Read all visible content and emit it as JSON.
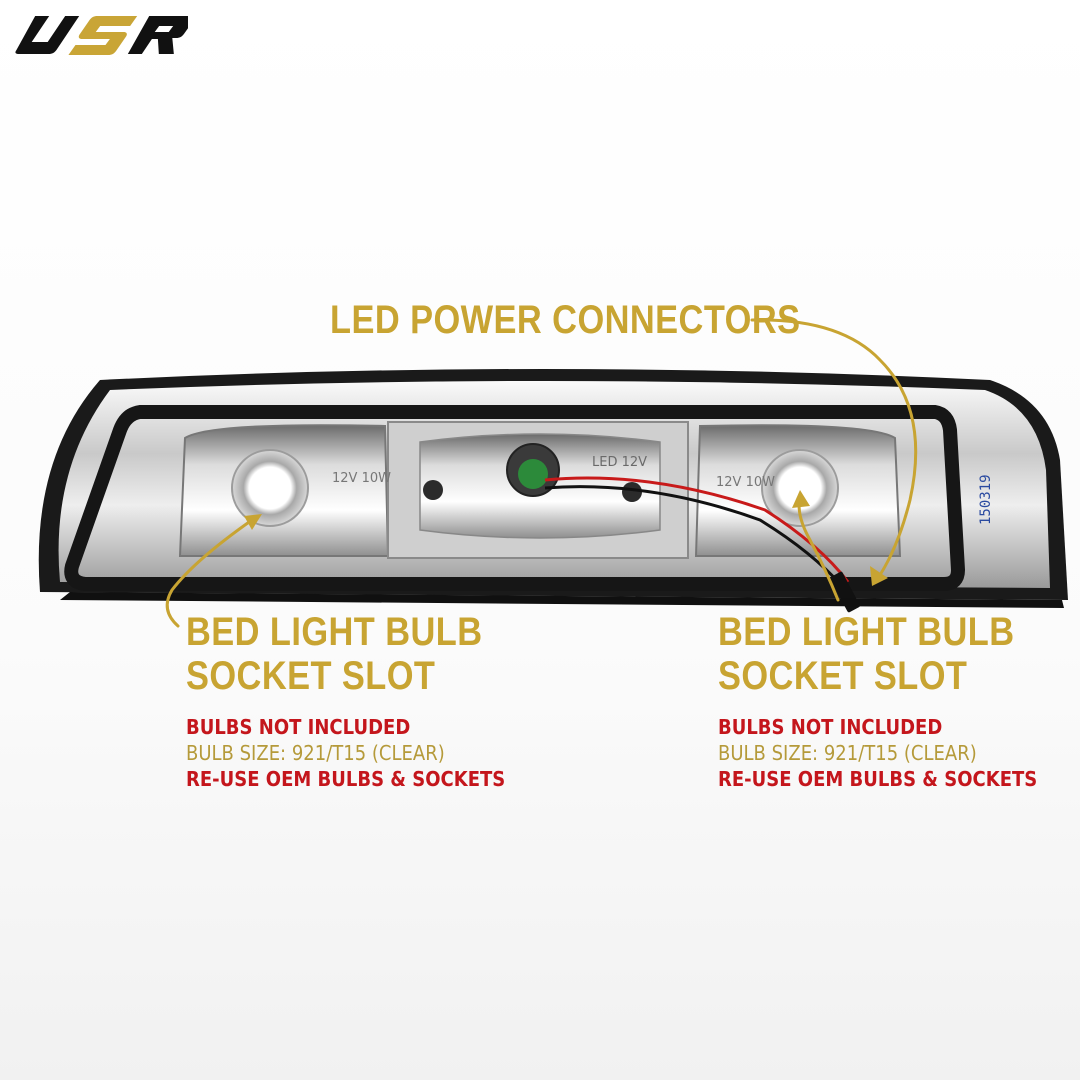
{
  "brand": {
    "logo_text": "USR"
  },
  "callouts": {
    "led_power": {
      "title": "LED POWER CONNECTORS"
    },
    "bed_left": {
      "title_line1": "BED LIGHT BULB",
      "title_line2": "SOCKET SLOT",
      "details": [
        "BULBS NOT INCLUDED",
        "BULB SIZE: 921/T15 (CLEAR)",
        "RE-USE OEM BULBS & SOCKETS"
      ]
    },
    "bed_right": {
      "title_line1": "BED LIGHT BULB",
      "title_line2": "SOCKET SLOT",
      "details": [
        "BULBS NOT INCLUDED",
        "BULB SIZE: 921/T15 (CLEAR)",
        "RE-USE OEM BULBS & SOCKETS"
      ]
    }
  },
  "product_markings": {
    "left_socket": "12V 10W",
    "center_module": "LED 12V",
    "right_socket": "12V 10W",
    "serial": "150319"
  },
  "colors": {
    "gold": "#c8a432",
    "red": "#c4161c",
    "arrow": "#c8a432"
  }
}
